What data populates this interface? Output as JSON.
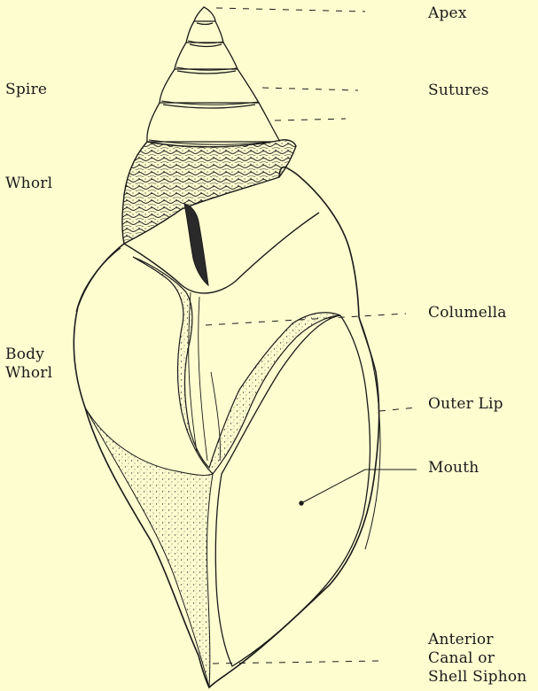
{
  "colors": {
    "background": "#fefdd0",
    "ink": "#1a1a1a",
    "stipple": "#444444"
  },
  "labels": {
    "apex": "Apex",
    "spire": "Spire",
    "sutures": "Sutures",
    "whorl": "Whorl",
    "columella": "Columella",
    "body_whorl": "Body\nWhorl",
    "outer_lip": "Outer Lip",
    "mouth": "Mouth",
    "anterior_canal": "Anterior\nCanal or\nShell Siphon"
  }
}
